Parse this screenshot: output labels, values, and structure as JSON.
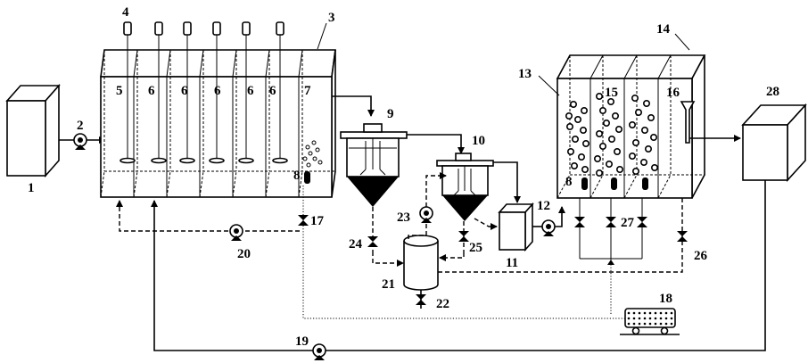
{
  "labels": {
    "n1": "1",
    "n2": "2",
    "n3": "3",
    "n4": "4",
    "n5": "5",
    "n6a": "6",
    "n6b": "6",
    "n6c": "6",
    "n6d": "6",
    "n6e": "6",
    "n7": "7",
    "n8a": "8",
    "n8b": "8",
    "n9": "9",
    "n10": "10",
    "n11": "11",
    "n12": "12",
    "n13": "13",
    "n14": "14",
    "n15": "15",
    "n16": "16",
    "n17": "17",
    "n18": "18",
    "n19": "19",
    "n20": "20",
    "n21": "21",
    "n22": "22",
    "n23": "23",
    "n24": "24",
    "n25": "25",
    "n26": "26",
    "n27": "27",
    "n28": "28"
  }
}
